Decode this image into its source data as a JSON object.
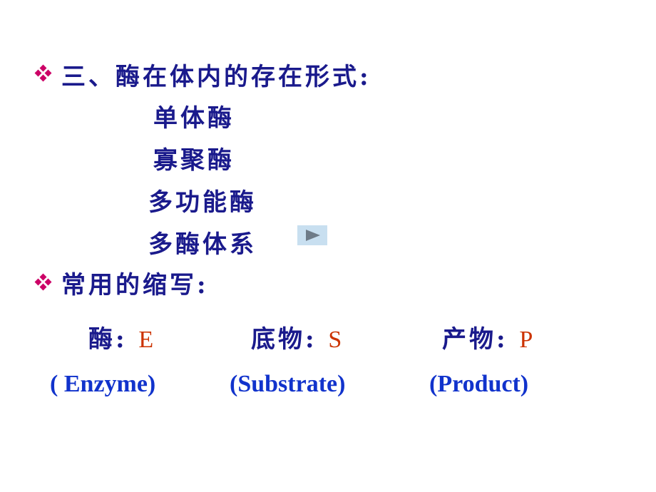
{
  "heading1": {
    "text": "三、酶在体内的存在形式:"
  },
  "forms": [
    "单体酶",
    "寡聚酶",
    "多功能酶",
    "多酶体系"
  ],
  "heading2": {
    "text": "常用的缩写:"
  },
  "abbreviations": [
    {
      "label": "酶:",
      "letter": "E",
      "english": "( Enzyme)"
    },
    {
      "label": "底物:",
      "letter": "S",
      "english": "(Substrate)"
    },
    {
      "label": "产物:",
      "letter": "P",
      "english": "(Product)"
    }
  ],
  "icons": {
    "bullet": "diamond-cluster-bullet",
    "play": "play-triangle"
  },
  "colors": {
    "chinese_text": "#1a1a8c",
    "english_text": "#1133cc",
    "letter": "#cc3300",
    "bullet": "#cc0066"
  }
}
